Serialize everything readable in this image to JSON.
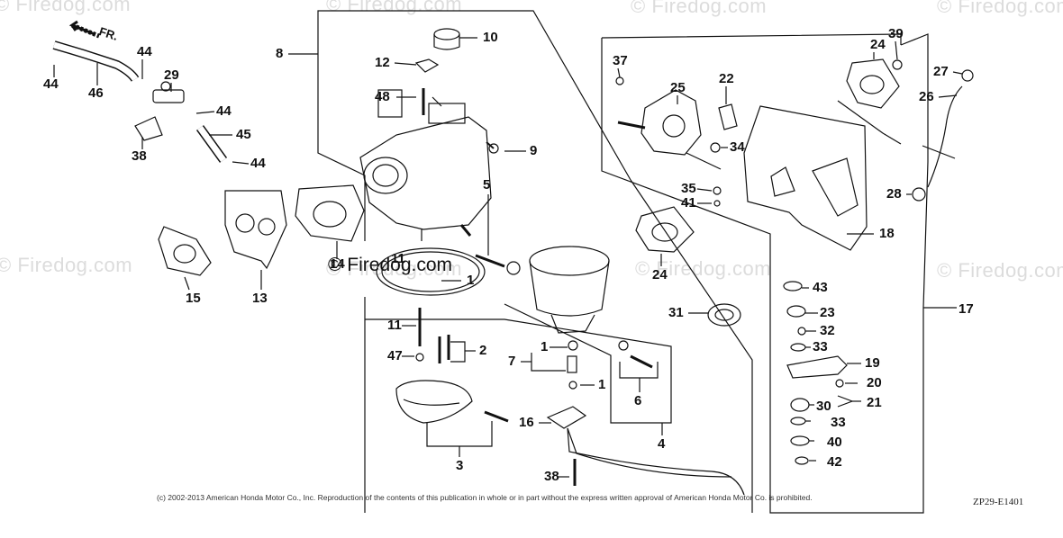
{
  "watermarks": [
    "© Firedog.com",
    "© Firedog.com",
    "© Firedog.com",
    "© Firedog.com",
    "© Firedog.com",
    "© Firedog.com",
    "© Firedog.com",
    "© Firedog.com"
  ],
  "watermark_center": "© Firedog.com",
  "direction_label": "FR.",
  "callouts": [
    "44",
    "46",
    "44",
    "29",
    "44",
    "45",
    "44",
    "38",
    "8",
    "10",
    "12",
    "48",
    "9",
    "5",
    "11",
    "1",
    "15",
    "13",
    "14",
    "1",
    "11",
    "47",
    "2",
    "1",
    "7",
    "1",
    "6",
    "3",
    "16",
    "4",
    "38",
    "37",
    "25",
    "22",
    "24",
    "39",
    "27",
    "26",
    "34",
    "35",
    "41",
    "18",
    "28",
    "24",
    "43",
    "31",
    "23",
    "32",
    "33",
    "19",
    "20",
    "21",
    "30",
    "33",
    "40",
    "42",
    "17"
  ],
  "copyright": "(c) 2002-2013 American Honda Motor Co., Inc. Reproduction of the contents of this publication in whole or in part without the express written approval of American Honda Motor Co. is prohibited.",
  "diagram_code": "ZP29-E1401"
}
